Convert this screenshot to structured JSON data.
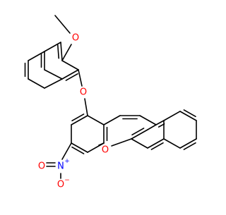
{
  "molecule": {
    "atom_labels": {
      "methoxy_oxygen": "O",
      "ether_oxygen": "O",
      "ring_oxygen": "O",
      "nitrogen": "N",
      "nitrogen_charge": "+",
      "nitro_oxygen_double": "O",
      "nitro_oxygen_single": "O",
      "nitro_oxygen_charge": "−"
    },
    "colors": {
      "bond": "#000000",
      "oxygen": "#ff0000",
      "nitrogen": "#0000ff"
    }
  }
}
